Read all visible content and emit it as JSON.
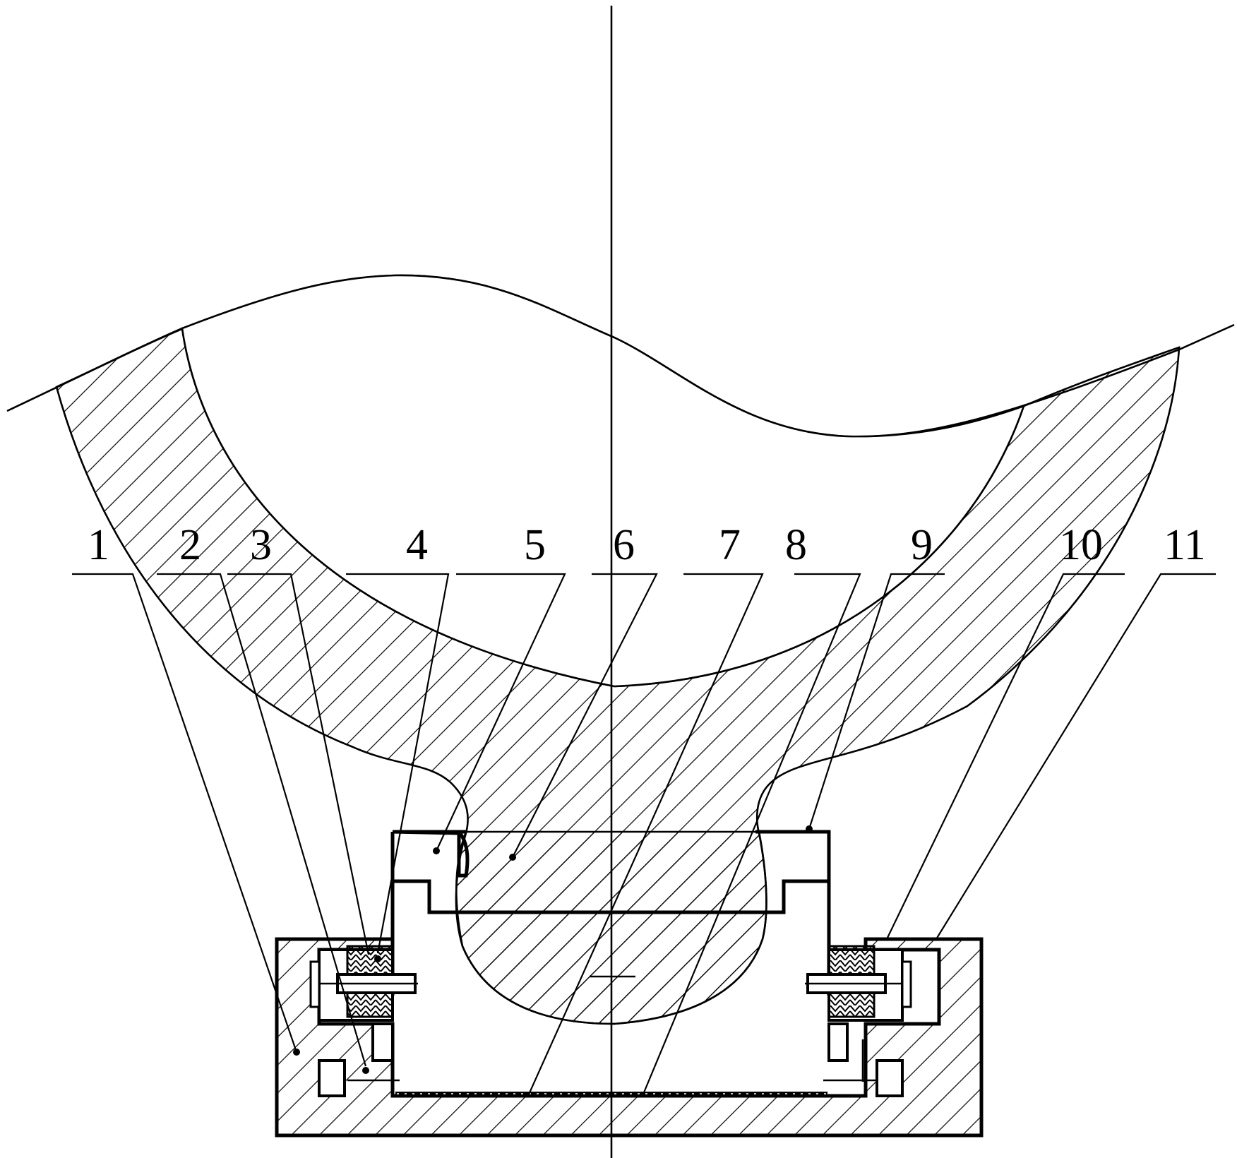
{
  "figure": {
    "type": "mechanical cross-section drawing",
    "axis": "vertical centerline",
    "colors": {
      "line": "#000000",
      "background": "#ffffff"
    }
  },
  "callouts": [
    {
      "id": "1",
      "label": "1"
    },
    {
      "id": "2",
      "label": "2"
    },
    {
      "id": "3",
      "label": "3"
    },
    {
      "id": "4",
      "label": "4"
    },
    {
      "id": "5",
      "label": "5"
    },
    {
      "id": "6",
      "label": "6"
    },
    {
      "id": "7",
      "label": "7"
    },
    {
      "id": "8",
      "label": "8"
    },
    {
      "id": "9",
      "label": "9"
    },
    {
      "id": "10",
      "label": "10"
    },
    {
      "id": "11",
      "label": "11"
    }
  ]
}
